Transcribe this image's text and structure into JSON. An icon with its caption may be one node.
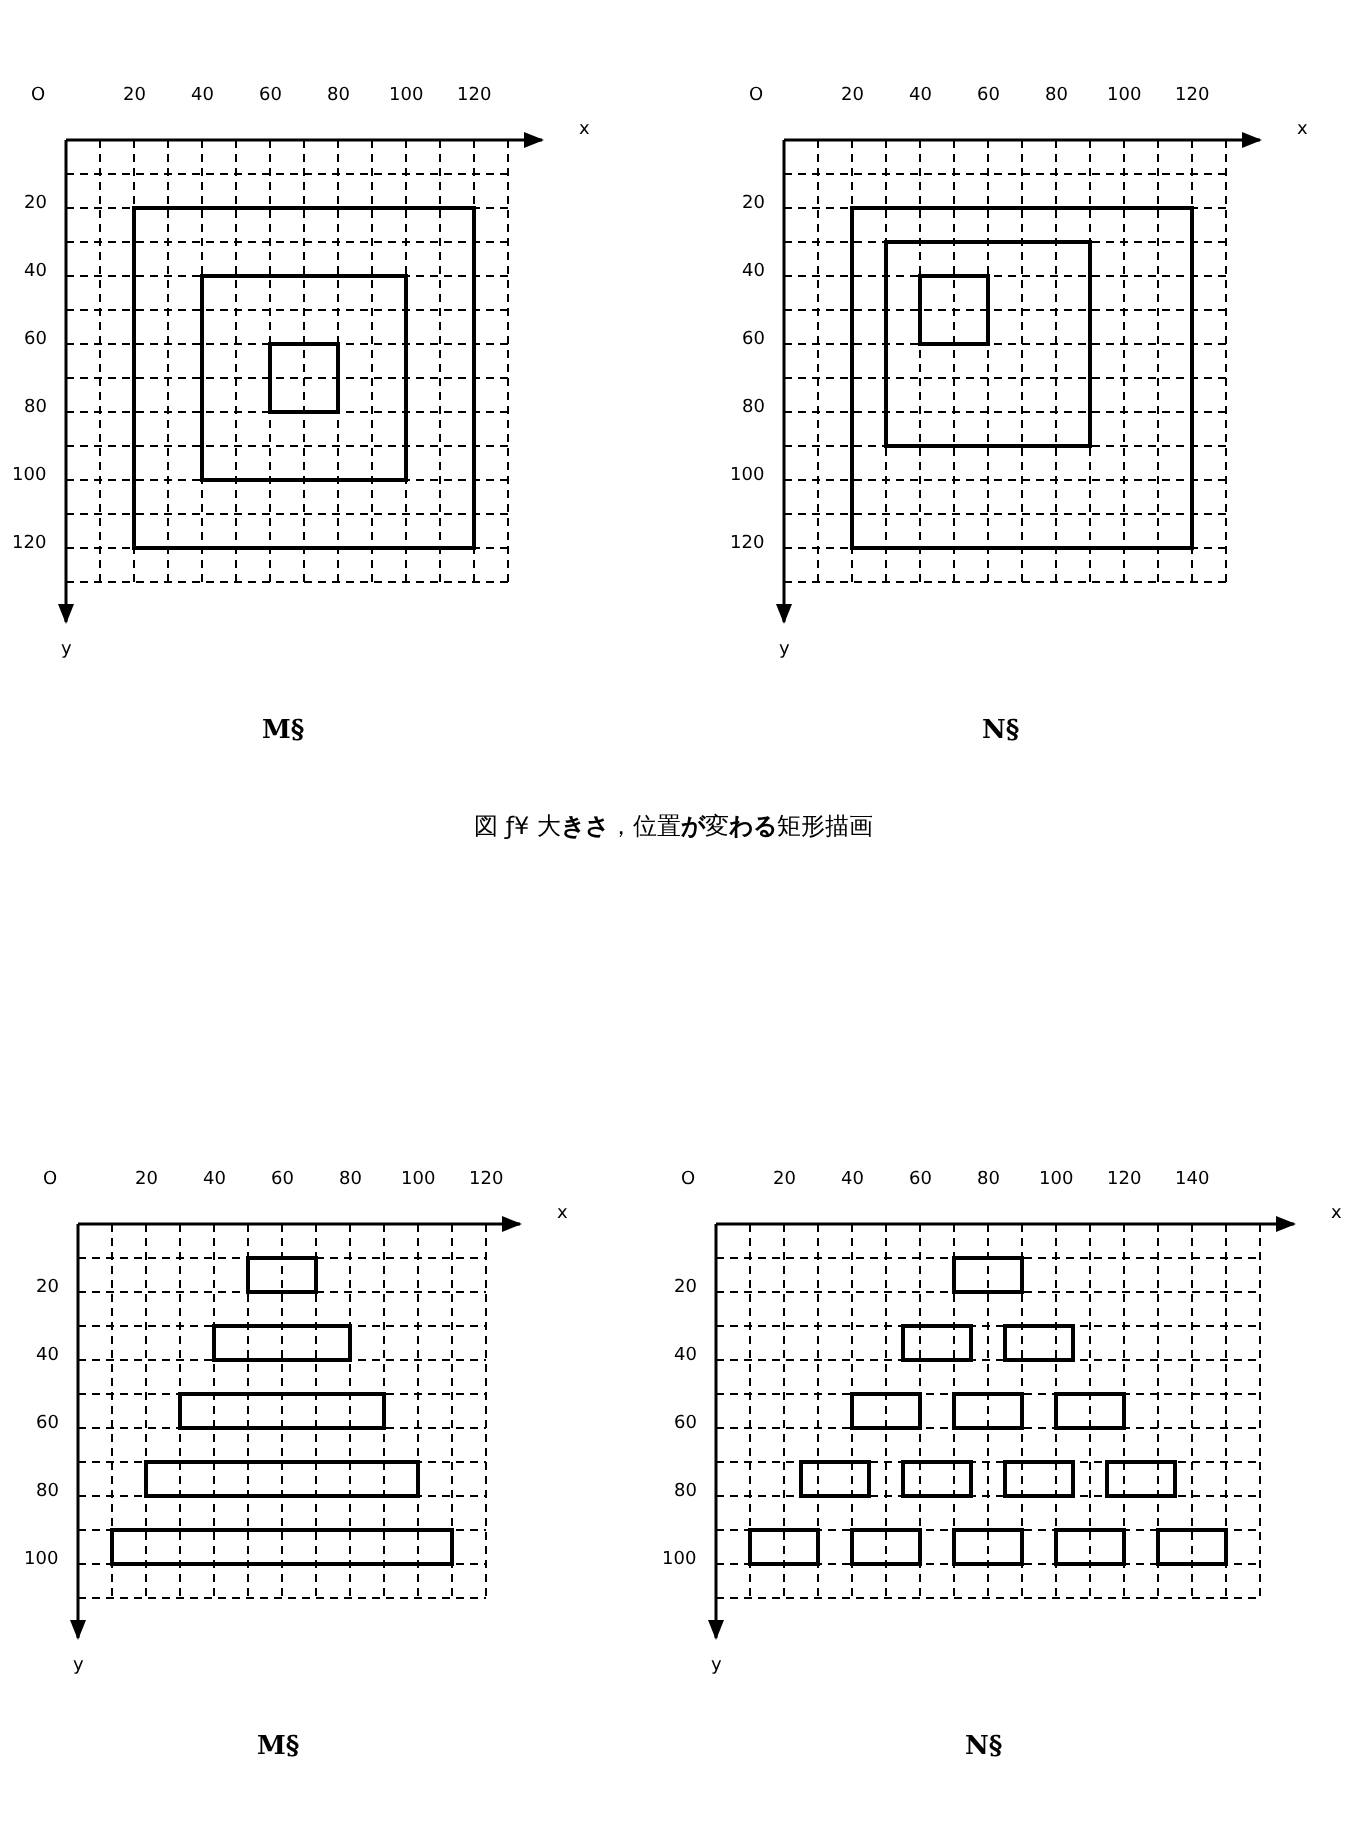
{
  "diagram": {
    "caption": "図 ƒ¥ 大**きさ**，位置**が**変**わる**矩形描画",
    "labels": [
      "O",
      "20",
      "40",
      "60",
      "80",
      "100",
      "120",
      "x",
      "20",
      "40",
      "60",
      "80",
      "100",
      "120",
      "y",
      "M§",
      "O",
      "20",
      "40",
      "60",
      "80",
      "100",
      "120",
      "x",
      "20",
      "40",
      "60",
      "80",
      "100",
      "120",
      "y",
      "N§",
      "O",
      "20",
      "40",
      "60",
      "80",
      "100",
      "120",
      "x",
      "20",
      "40",
      "60",
      "80",
      "100",
      "y",
      "M§",
      "O",
      "20",
      "40",
      "60",
      "80",
      "100",
      "120",
      "140",
      "x",
      "20",
      "40",
      "60",
      "80",
      "100",
      "y",
      "N§"
    ]
  }
}
